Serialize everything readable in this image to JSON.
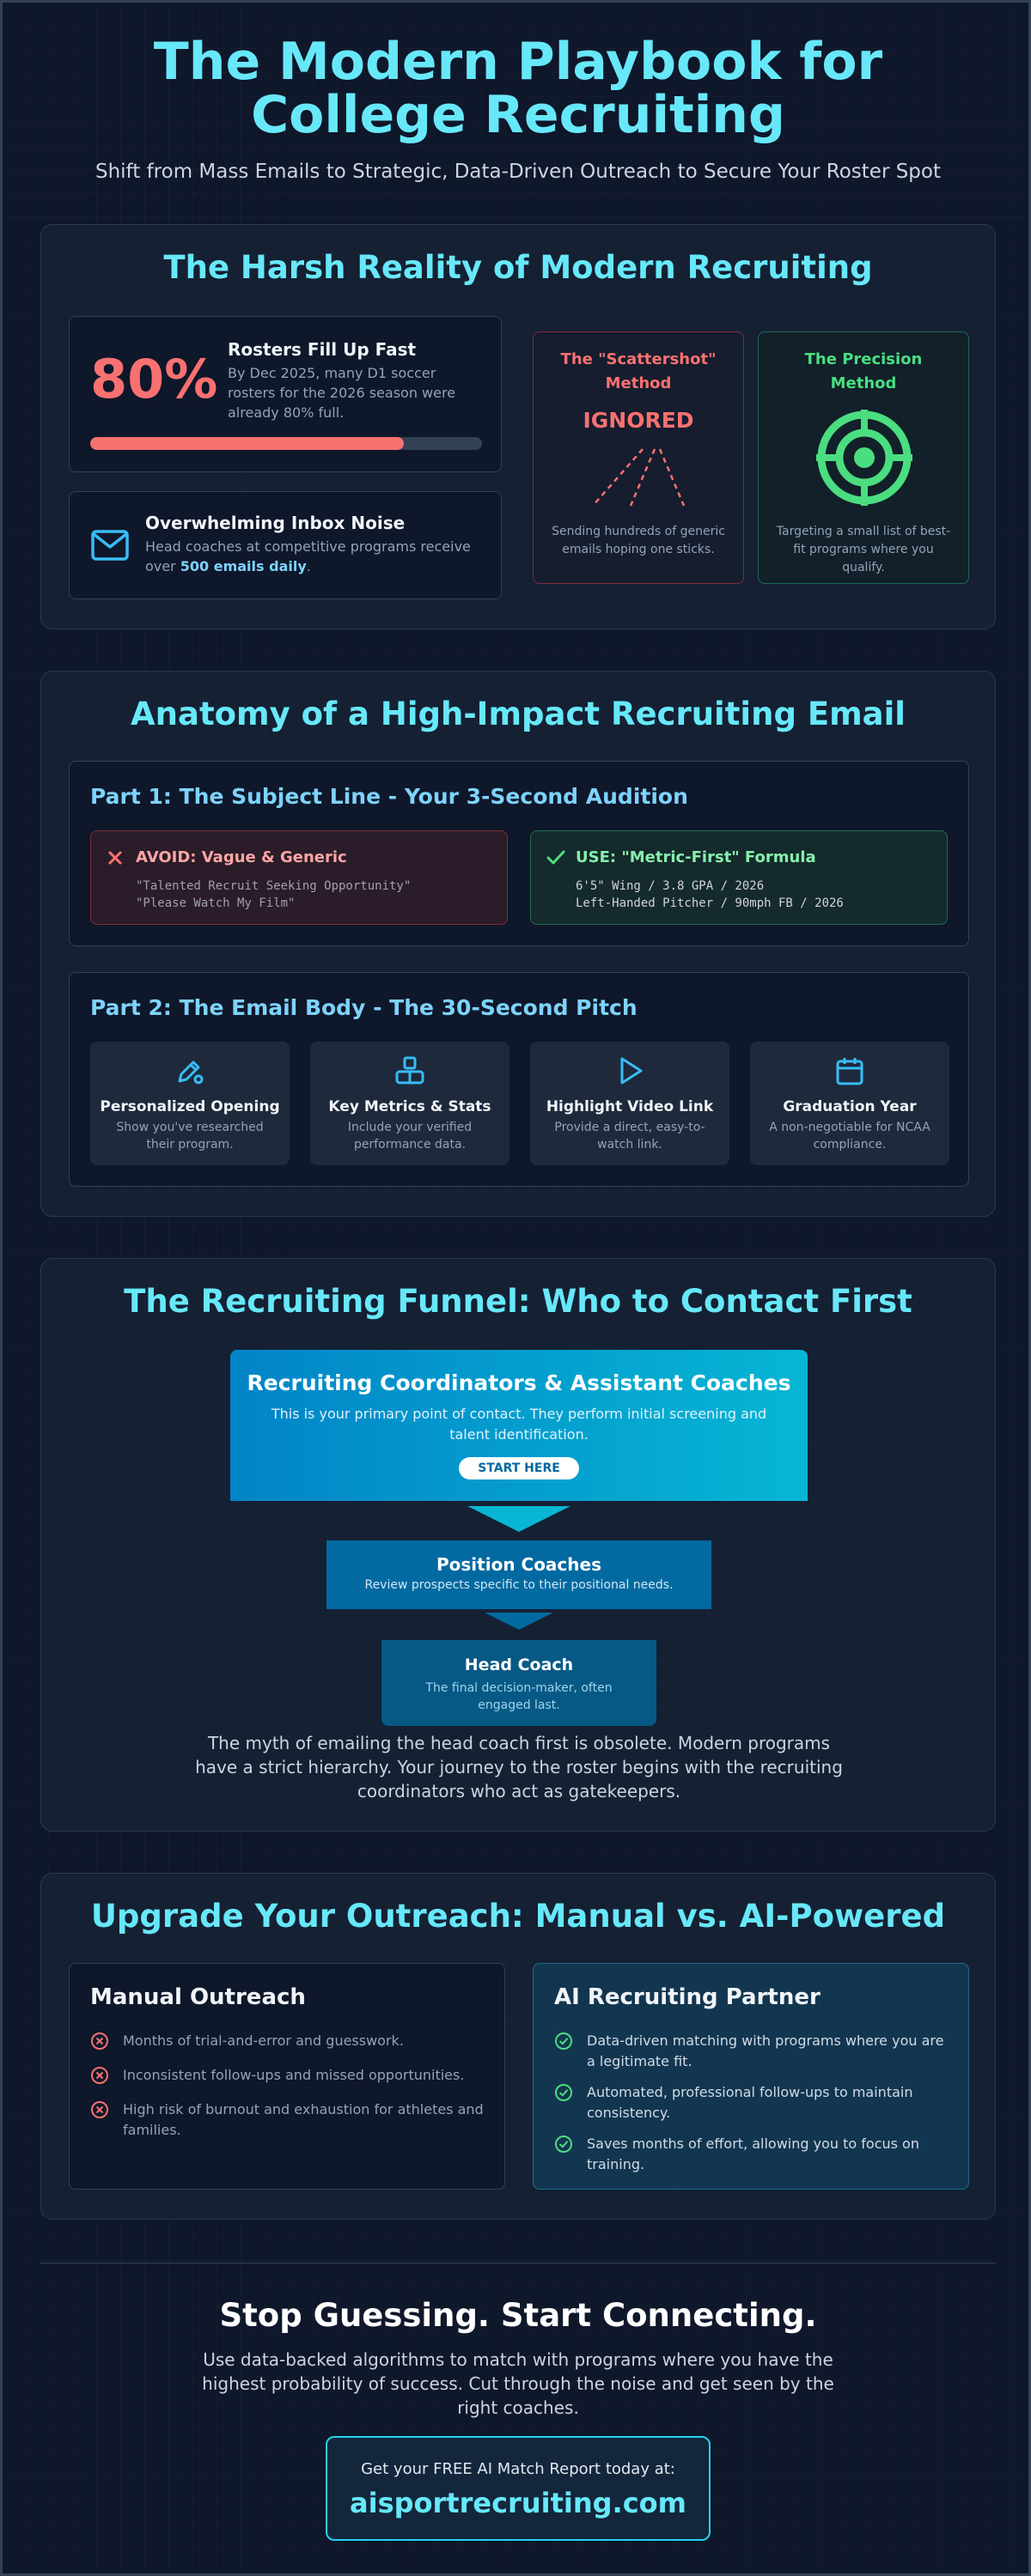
{
  "hero": {
    "title_line1": "The Modern Playbook for",
    "title_line2": "College Recruiting",
    "subtitle": "Shift from Mass Emails to Strategic, Data-Driven Outreach to Secure Your Roster Spot"
  },
  "reality": {
    "title": "The Harsh Reality of Modern Recruiting",
    "rosters": {
      "stat": "80%",
      "heading": "Rosters Fill Up Fast",
      "text": "By Dec 2025, many D1 soccer rosters for the 2026 season were already 80% full.",
      "progress_fraction": 0.8
    },
    "inbox": {
      "icon": "mail-icon",
      "heading": "Overwhelming Inbox Noise",
      "text_before": "Head coaches at competitive programs receive over ",
      "text_highlight": "500 emails daily",
      "text_after": "."
    },
    "scattershot": {
      "title_line1": "The \"Scattershot\"",
      "title_line2": "Method",
      "label": "IGNORED",
      "desc": "Sending hundreds of generic emails hoping one sticks."
    },
    "precision": {
      "title_line1": "The Precision",
      "title_line2": "Method",
      "icon": "target-icon",
      "desc": "Targeting a small list of best-fit programs where you qualify."
    }
  },
  "anatomy": {
    "title": "Anatomy of a High-Impact Recruiting Email",
    "part1": {
      "title": "Part 1: The Subject Line - Your 3-Second Audition",
      "avoid": {
        "heading": "AVOID: Vague & Generic",
        "lines": [
          "\"Talented Recruit Seeking Opportunity\"",
          "\"Please Watch My Film\""
        ]
      },
      "use": {
        "heading": "USE: \"Metric-First\" Formula",
        "lines": [
          "6'5\" Wing / 3.8 GPA / 2026",
          "Left-Handed Pitcher / 90mph FB / 2026"
        ]
      }
    },
    "part2": {
      "title": "Part 2: The Email Body - The 30-Second Pitch",
      "items": [
        {
          "title": "Personalized Opening",
          "desc": "Show you've researched their program.",
          "icon": "pen-icon"
        },
        {
          "title": "Key Metrics & Stats",
          "desc": "Include your verified performance data.",
          "icon": "blocks-icon"
        },
        {
          "title": "Highlight Video Link",
          "desc": "Provide a direct, easy-to-watch link.",
          "icon": "play-icon"
        },
        {
          "title": "Graduation Year",
          "desc": "A non-negotiable for NCAA compliance.",
          "icon": "calendar-icon"
        }
      ]
    }
  },
  "funnel": {
    "title": "The Recruiting Funnel: Who to Contact First",
    "tier1": {
      "title": "Recruiting Coordinators & Assistant Coaches",
      "desc": "This is your primary point of contact. They perform initial screening and talent identification.",
      "badge": "START HERE"
    },
    "tier2": {
      "title": "Position Coaches",
      "desc": "Review prospects specific to their positional needs."
    },
    "tier3": {
      "title": "Head Coach",
      "desc": "The final decision-maker, often engaged last."
    },
    "summary": "The myth of emailing the head coach first is obsolete. Modern programs have a strict hierarchy. Your journey to the roster begins with the recruiting coordinators who act as gatekeepers."
  },
  "upgrade": {
    "title": "Upgrade Your Outreach: Manual vs. AI-Powered",
    "manual": {
      "title": "Manual Outreach",
      "items": [
        "Months of trial-and-error and guesswork.",
        "Inconsistent follow-ups and missed opportunities.",
        "High risk of burnout and exhaustion for athletes and families."
      ]
    },
    "ai": {
      "title": "AI Recruiting Partner",
      "items": [
        "Data-driven matching with programs where you are a legitimate fit.",
        "Automated, professional follow-ups to maintain consistency.",
        "Saves months of effort, allowing you to focus on training."
      ]
    }
  },
  "cta": {
    "title": "Stop Guessing. Start Connecting.",
    "text": "Use data-backed algorithms to match with programs where you have the highest probability of success. Cut through the noise and get seen by the right coaches.",
    "box_label": "Get your FREE AI Match Report today at:",
    "url": "aisportrecruiting.com"
  },
  "colors": {
    "accent": "#67e8f9",
    "danger": "#f87171",
    "success": "#4ade80",
    "sky": "#7dd3fc"
  }
}
